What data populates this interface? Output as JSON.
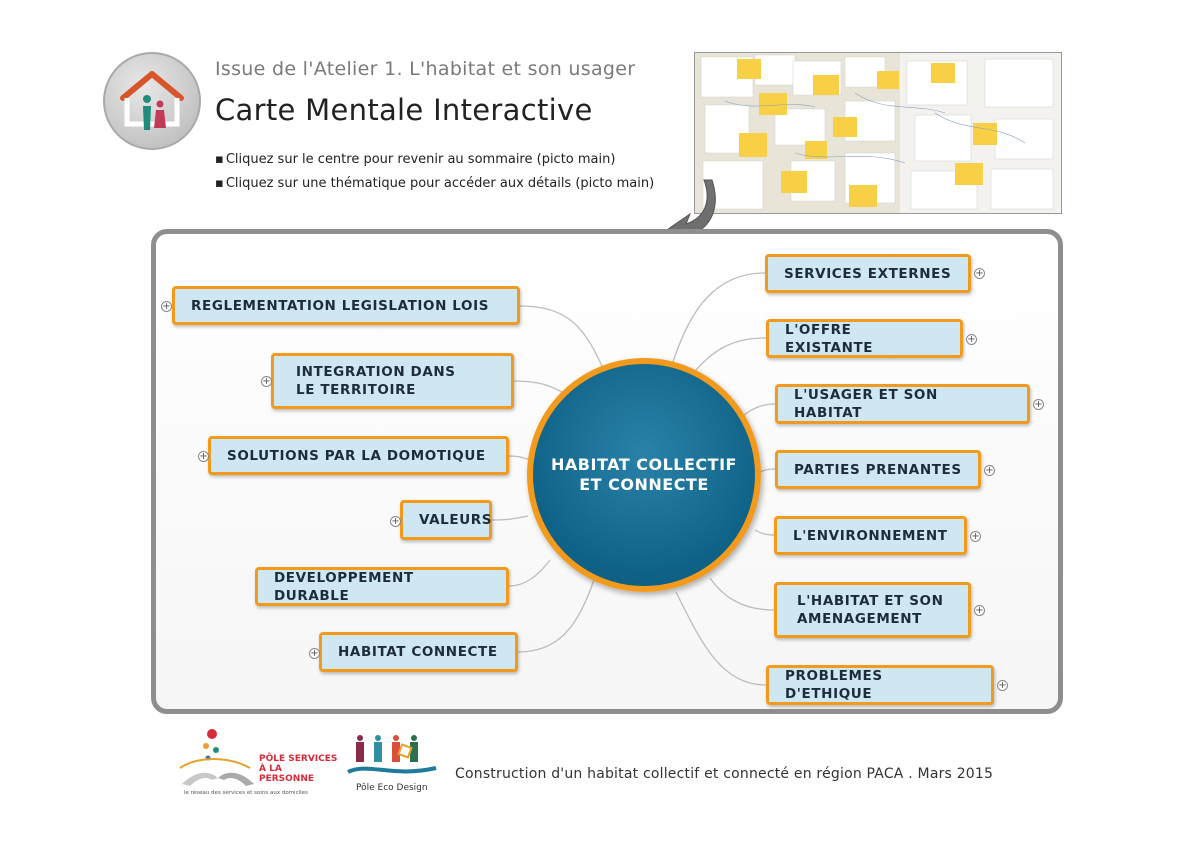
{
  "header": {
    "subtitle": "Issue de l'Atelier 1. L'habitat et son usager",
    "title": "Carte Mentale Interactive",
    "bullets": [
      "Cliquez sur le centre pour revenir au sommaire (picto main)",
      "Cliquez sur une thématique pour accéder aux détails (picto main)"
    ]
  },
  "mindmap": {
    "center": "HABITAT COLLECTIF ET CONNECTE",
    "left": [
      "REGLEMENTATION LEGISLATION LOIS",
      "INTEGRATION DANS LE TERRITOIRE",
      "SOLUTIONS PAR LA DOMOTIQUE",
      "VALEURS",
      "DEVELOPPEMENT DURABLE",
      "HABITAT CONNECTE"
    ],
    "right": [
      "SERVICES EXTERNES",
      "L'OFFRE EXISTANTE",
      "L'USAGER ET SON HABITAT",
      "PARTIES PRENANTES",
      "L'ENVIRONNEMENT",
      "L'HABITAT ET SON AMENAGEMENT",
      "PROBLEMES D'ETHIQUE"
    ],
    "expand_symbol": "+"
  },
  "footer": {
    "partner1_line1": "PÔLE SERVICES",
    "partner1_line2": "À LA PERSONNE",
    "partner1_tag": "le réseau des services et soins aux domiciles",
    "partner2": "Pôle Eco Design",
    "caption": "Construction d'un habitat collectif et connecté en région PACA . Mars 2015"
  },
  "colors": {
    "node_fill": "#cfe7f0",
    "node_border": "#f29a1c",
    "center_fill": "#0f6287",
    "frame": "#8e8e8e"
  }
}
